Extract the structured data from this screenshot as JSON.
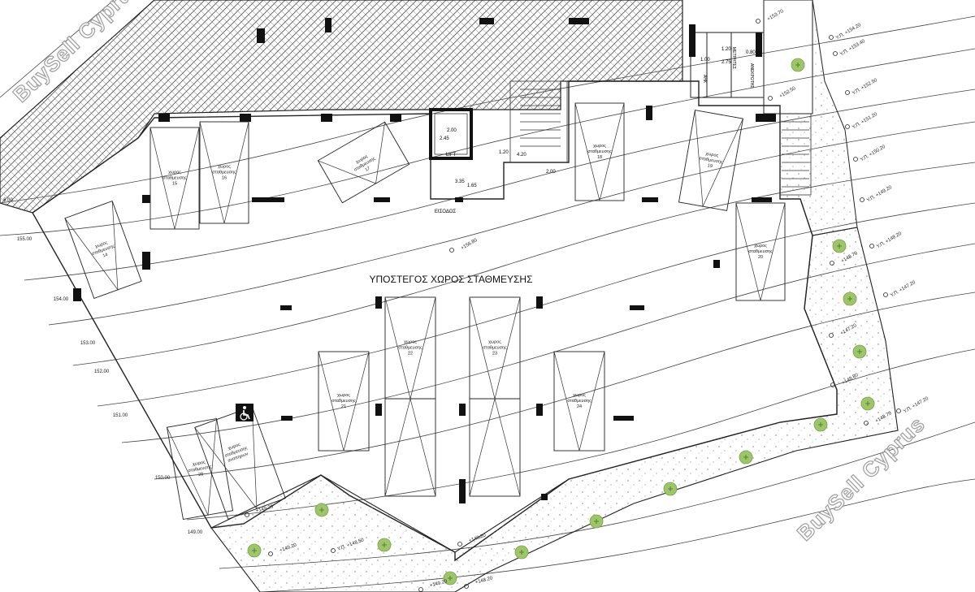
{
  "title": "ΥΠΟΣΤΕΓΟΣ ΧΩΡΟΣ ΣΤΑΘΜΕΥΣΗΣ",
  "watermark": "BuySell Cyprus",
  "entrance_label": "ΕΙΣΟΔΟΣ",
  "lift_label": "LIFT",
  "parking_label": "χωρος σταθμευσης",
  "disabled_label": "χωρος σταθμευσης αναπηρων",
  "spaces": [
    "14",
    "15",
    "16",
    "17",
    "18",
    "19",
    "20",
    "21",
    "22",
    "23",
    "24",
    "28"
  ],
  "elevation_ticks": [
    "6.00",
    "155.00",
    "154.00",
    "153.00",
    "152.00",
    "151.00",
    "150.00",
    "149.00"
  ],
  "spot_levels": [
    "+153.70",
    "Υ.Π. +154.20",
    "Υ.Π. +153.40",
    "+152.50",
    "Υ.Π. +152.50",
    "Υ.Π. +151.20",
    "Υ.Π. +150.20",
    "Υ.Π. +149.20",
    "Υ.Π. +148.20",
    "+148.70",
    "Υ.Π. +147.20",
    "+147.20",
    "+148.80",
    "+148.70",
    "Υ.Π. +147.20",
    "+156.80",
    "+149.20",
    "+149.20",
    "Υ.Π. +148.50",
    "+148.20",
    "+148.20",
    "+149.20"
  ],
  "dimensions": [
    "2.00",
    "2.45",
    "1.20",
    "4.20",
    "3.35",
    "1.65",
    "2.00",
    "1.00",
    "1.20",
    "2.75",
    "0.80"
  ],
  "rooms": [
    "ΑΗΚ",
    "ΜΕΤΡΗΤΕΣ",
    "ΑΝΕΚΡΩΤΗΣ"
  ],
  "colors": {
    "line": "#222222",
    "hatch": "#555555",
    "tree": "#9dc56a",
    "watermark": "#9a9a9a"
  }
}
